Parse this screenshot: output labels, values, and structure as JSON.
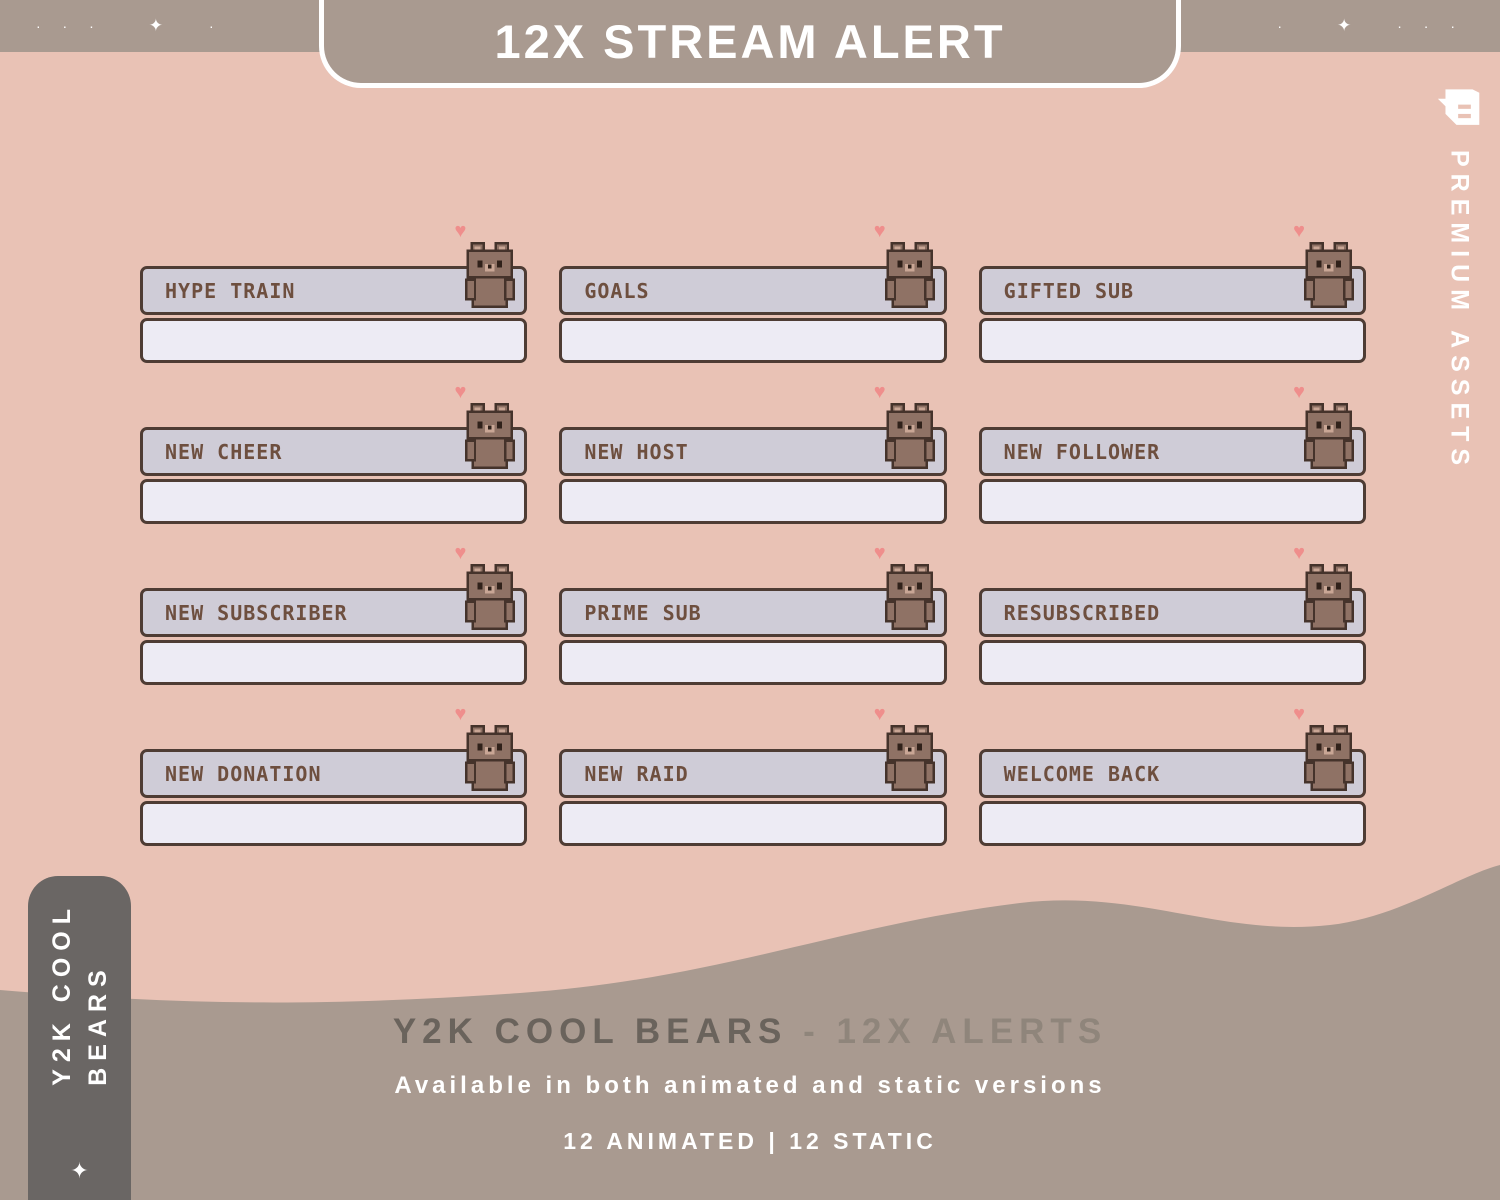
{
  "colors": {
    "background_pink": "#e9c2b5",
    "taupe": "#a99a90",
    "plate_bar": "#cfccd7",
    "plate_box": "#edebf4",
    "plate_border": "#4e3c34",
    "label_brown": "#6e4f3f",
    "heart_pink": "#ef8e8c",
    "tab_gray": "#6a6664",
    "white": "#ffffff"
  },
  "decor": {
    "dots": "· · ·",
    "dot": "·",
    "star": "✦"
  },
  "icons": {
    "heart": "♥",
    "sparkle": "✦"
  },
  "header": {
    "title": "12X STREAM ALERT"
  },
  "premium": {
    "label": "PREMIUM ASSETS"
  },
  "alerts": {
    "items": [
      {
        "label": "HYPE TRAIN"
      },
      {
        "label": "GOALS"
      },
      {
        "label": "GIFTED SUB"
      },
      {
        "label": "NEW CHEER"
      },
      {
        "label": "NEW HOST"
      },
      {
        "label": "NEW FOLLOWER"
      },
      {
        "label": "NEW SUBSCRIBER"
      },
      {
        "label": "PRIME SUB"
      },
      {
        "label": "RESUBSCRIBED"
      },
      {
        "label": "NEW DONATION"
      },
      {
        "label": "NEW RAID"
      },
      {
        "label": "WELCOME BACK"
      }
    ]
  },
  "side_tab": {
    "line1": "Y2K COOL",
    "line2": "BEARS"
  },
  "footer": {
    "title_bold": "Y2K COOL BEARS",
    "title_light": "- 12X ALERTS",
    "subtitle": "Available in both animated and static versions",
    "counts": "12 ANIMATED | 12 STATIC"
  }
}
